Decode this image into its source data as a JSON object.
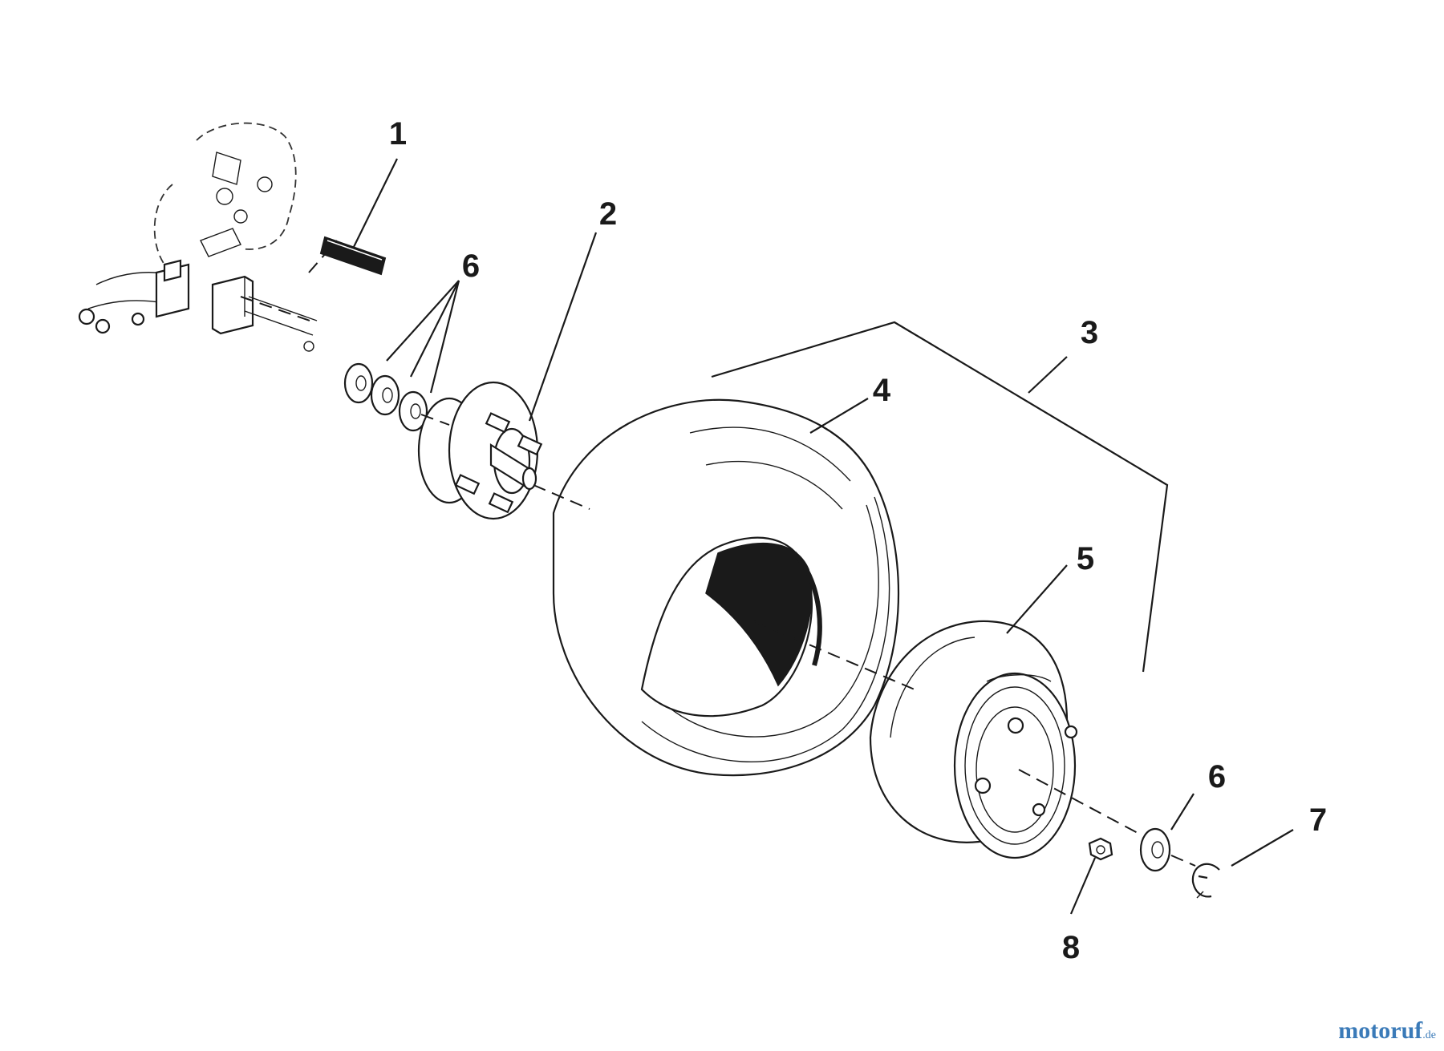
{
  "callouts": {
    "c1": "1",
    "c2": "2",
    "c3": "3",
    "c4": "4",
    "c5": "5",
    "c6a": "6",
    "c6b": "6",
    "c7": "7",
    "c8": "8"
  },
  "watermark": {
    "name": "motoruf",
    "tld": ".de"
  },
  "colors": {
    "line": "#1a1a1a",
    "tread_fill": "#1a1a1a",
    "watermark": "#3a7ab8"
  }
}
